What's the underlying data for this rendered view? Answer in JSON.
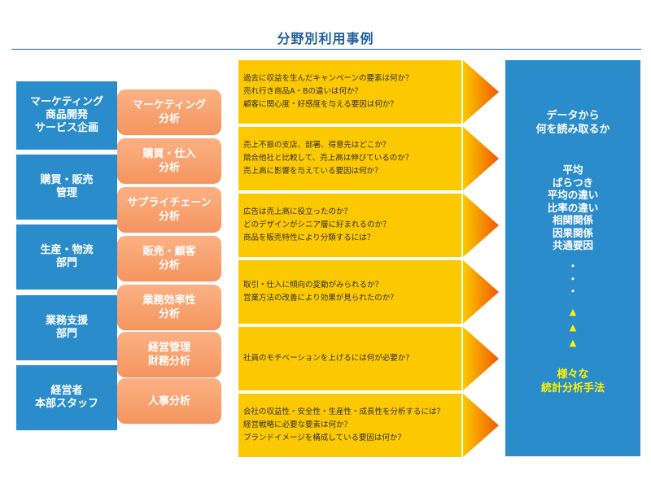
{
  "title": "分野別利用事例",
  "departments": [
    "マーケティング\n商品開発\nサービス企画",
    "購買・販売\n管理",
    "生産・物流\n部門",
    "業務支援\n部門",
    "経営者\n本部スタッフ"
  ],
  "analyses": [
    "マーケティング\n分析",
    "購買・仕入\n分析",
    "サプライチェーン\n分析",
    "販売・顧客\n分析",
    "業務効率性\n分析",
    "経営管理\n財務分析",
    "人事分析"
  ],
  "questions": [
    [
      "過去に収益を生んだキャンペーンの要素は何か？",
      "売れ行き商品A・Bの違いは何か？",
      "顧客に関心度・好感度を与える要因は何か？"
    ],
    [
      "売上不振の支店、部署、得意先はどこか？",
      "競合他社と比較して、売上高は伸びているのか？",
      "売上高に影響を与えている要因は何か？"
    ],
    [
      "広告は売上高に役立ったのか？",
      "どのデザインがシニア層に好まれるのか？",
      "商品を販売特性により分類するには？"
    ],
    [
      "取引・仕入に傾向の変動がみられるか？",
      "営業方法の改善により効果が見られたのか？"
    ],
    [
      "社員のモチベーションを上げるには何が必要か？"
    ],
    [
      "会社の収益性・安全性・生産性・成長性を分析するには？",
      "経営戦略に必要な要素は何か？",
      "ブランドイメージを構成している要因は何か？"
    ]
  ],
  "panel": {
    "heading": "データから\n何を読み取るか",
    "items": [
      "平均",
      "ばらつき",
      "平均の違い",
      "比率の違い",
      "相関関係",
      "因果関係",
      "共通要因"
    ],
    "dots": [
      "・",
      "・",
      "・"
    ],
    "triangle": "▲",
    "footer": "様々な\n統計分析手法"
  },
  "colors": {
    "title": "#1f5c99",
    "blue_box": "#2b8ccc",
    "orange_pill": "#f5955f",
    "yellow_box": "#fcc800",
    "arrow_start": "#fcc800",
    "arrow_end": "#f25a00",
    "panel_highlight": "#fff200"
  }
}
